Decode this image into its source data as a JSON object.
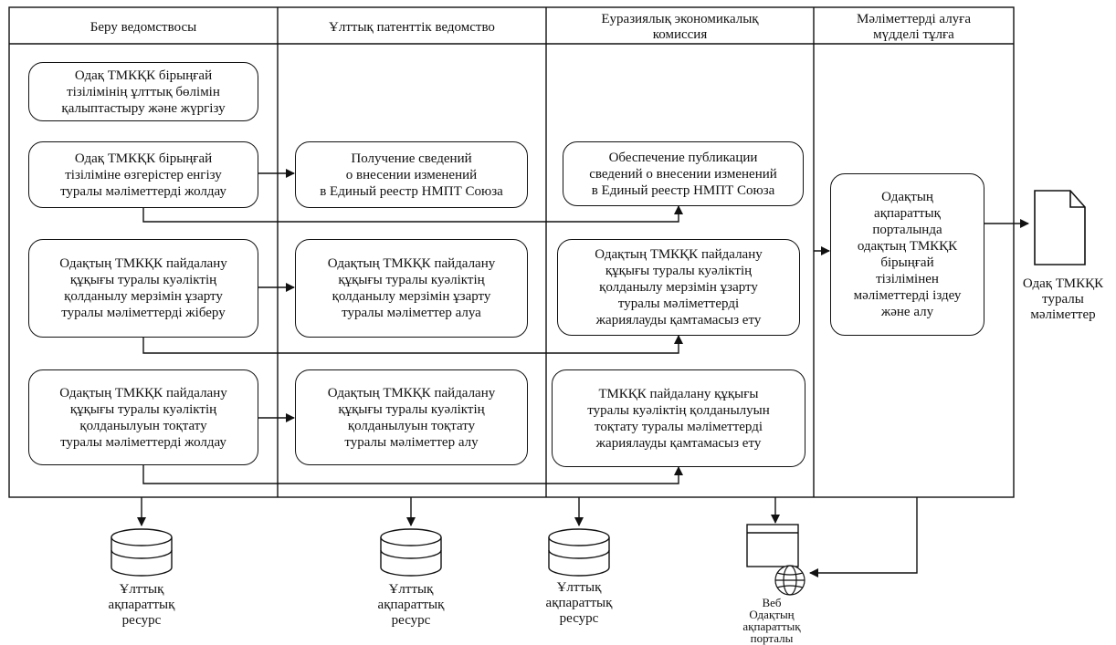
{
  "lanes": [
    {
      "title": "Беру ведомствосы"
    },
    {
      "title": "Ұлттық патенттік ведомство"
    },
    {
      "title": "Еуразиялық экономикалық\nкомиссия"
    },
    {
      "title": "Мәліметтерді алуға\nмүдделі тұлға"
    }
  ],
  "nodes": {
    "a1": "Одақ ТМКҚК бірыңғай\nтізілімінің ұлттық бөлімін\nқалыптастыру және жүргізу",
    "a2": "Одақ ТМКҚК бірыңғай\nтізіліміне өзгерістер енгізу\nтуралы мәліметтерді жолдау",
    "a3": "Одақтың ТМКҚК пайдалану\nқұқығы туралы куәліктің\nқолданылу мерзімін ұзарту\nтуралы мәліметтерді жіберу",
    "a4": "Одақтың ТМКҚК пайдалану\nқұқығы туралы куәліктің\nқолданылуын тоқтату\nтуралы мәліметтерді жолдау",
    "b2": "Получение сведений\nо внесении изменений\nв Единый реестр НМПТ Союза",
    "b3": "Одақтың ТМКҚК пайдалану\nқұқығы туралы куәліктің\nқолданылу мерзімін ұзарту\nтуралы мәліметтер алуа",
    "b4": "Одақтың ТМКҚК пайдалану\nқұқығы туралы куәліктің\nқолданылуын тоқтату\nтуралы мәліметтер алу",
    "c2": "Обеспечение публикации\nсведений о внесении изменений\nв Единый реестр НМПТ Союза",
    "c3": "Одақтың ТМКҚК пайдалану\nқұқығы туралы куәліктің\nқолданылу мерзімін ұзарту\nтуралы мәліметтерді\nжариялауды қамтамасыз ету",
    "c4": "ТМКҚК пайдалану құқығы\nтуралы куәліктің қолданылуын\nтоқтату туралы мәліметтерді\nжариялауды қамтамасыз ету",
    "d1": "Одақтың\nақпараттық\nпорталында\nодақтың ТМКҚК\nбірыңғай\nтізілімінен\nмәліметтерді іздеу\nжәне алу"
  },
  "resources": [
    {
      "label": "Ұлттық\nақпараттық\nресурс"
    },
    {
      "label": "Ұлттық\nақпараттық\nресурс"
    },
    {
      "label": "Ұлттық\nақпараттық\nресурс"
    }
  ],
  "portal": {
    "web_label": "Веб",
    "label": "Одақтың\nақпараттық\nпорталы",
    "icon": "globe-icon"
  },
  "document": {
    "label": "Одақ ТМКҚК\nтуралы\nмәліметтер",
    "icon": "document-icon"
  }
}
